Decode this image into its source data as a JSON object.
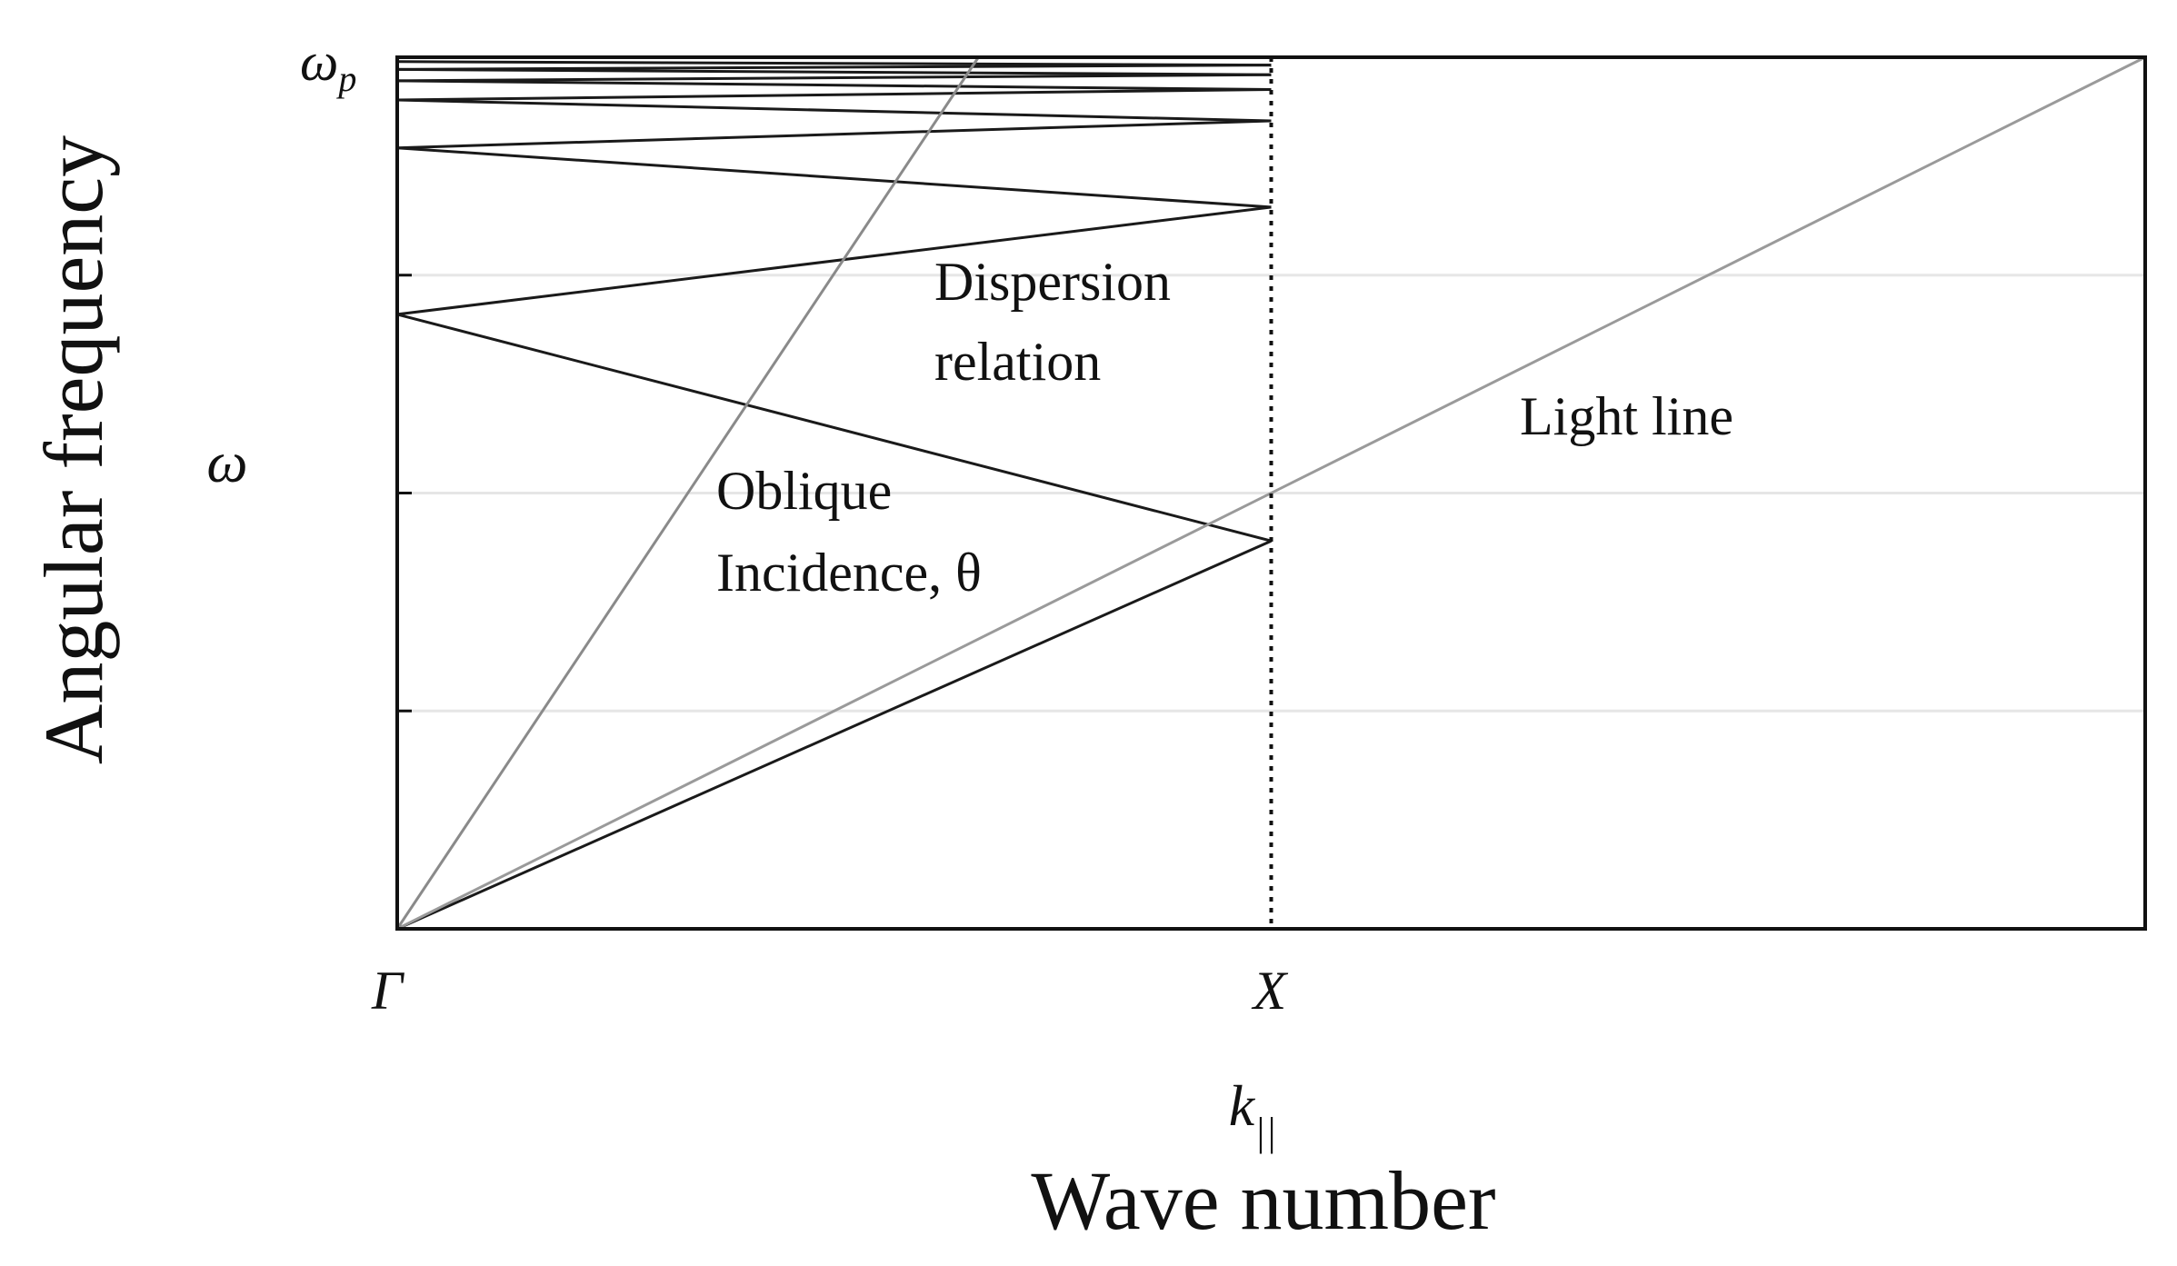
{
  "chart_data": {
    "type": "line",
    "title": "",
    "ylabel": "Angular frequency",
    "ylabel_symbol": "ω",
    "xlabel": "Wave number",
    "xlabel_symbol": "k||",
    "x_ticks": [
      "Γ",
      "X"
    ],
    "y_tick_top": "ωp",
    "xlim": [
      0,
      2
    ],
    "ylim": [
      0,
      1
    ],
    "grid": true,
    "band_boundary_x": 1,
    "series": [
      {
        "kind": "band",
        "x": [
          0,
          1
        ],
        "y": [
          0,
          0.445
        ]
      },
      {
        "kind": "band",
        "x": [
          1,
          0
        ],
        "y": [
          0.445,
          0.705
        ]
      },
      {
        "kind": "band",
        "x": [
          0,
          1
        ],
        "y": [
          0.705,
          0.828
        ]
      },
      {
        "kind": "band",
        "x": [
          1,
          0
        ],
        "y": [
          0.828,
          0.896
        ]
      },
      {
        "kind": "band",
        "x": [
          0,
          1
        ],
        "y": [
          0.896,
          0.927
        ]
      },
      {
        "kind": "band",
        "x": [
          1,
          0
        ],
        "y": [
          0.927,
          0.951
        ]
      },
      {
        "kind": "band",
        "x": [
          0,
          1
        ],
        "y": [
          0.951,
          0.963
        ]
      },
      {
        "kind": "band",
        "x": [
          1,
          0
        ],
        "y": [
          0.963,
          0.973
        ]
      },
      {
        "kind": "band",
        "x": [
          0,
          1
        ],
        "y": [
          0.973,
          0.98
        ]
      },
      {
        "kind": "band",
        "x": [
          1,
          0
        ],
        "y": [
          0.98,
          0.986
        ]
      },
      {
        "kind": "band",
        "x": [
          0,
          1
        ],
        "y": [
          0.986,
          0.991
        ]
      },
      {
        "kind": "band",
        "x": [
          1,
          0
        ],
        "y": [
          0.991,
          0.995
        ]
      },
      {
        "kind": "light",
        "x": [
          0,
          2
        ],
        "y": [
          0,
          1
        ]
      },
      {
        "kind": "oblique",
        "x": [
          0,
          0.665
        ],
        "y": [
          0,
          1
        ]
      }
    ],
    "annotations": {
      "dispersion": [
        "Dispersion",
        "relation"
      ],
      "oblique": [
        "Oblique",
        "Incidence, θ"
      ],
      "light_line": "Light line"
    }
  }
}
